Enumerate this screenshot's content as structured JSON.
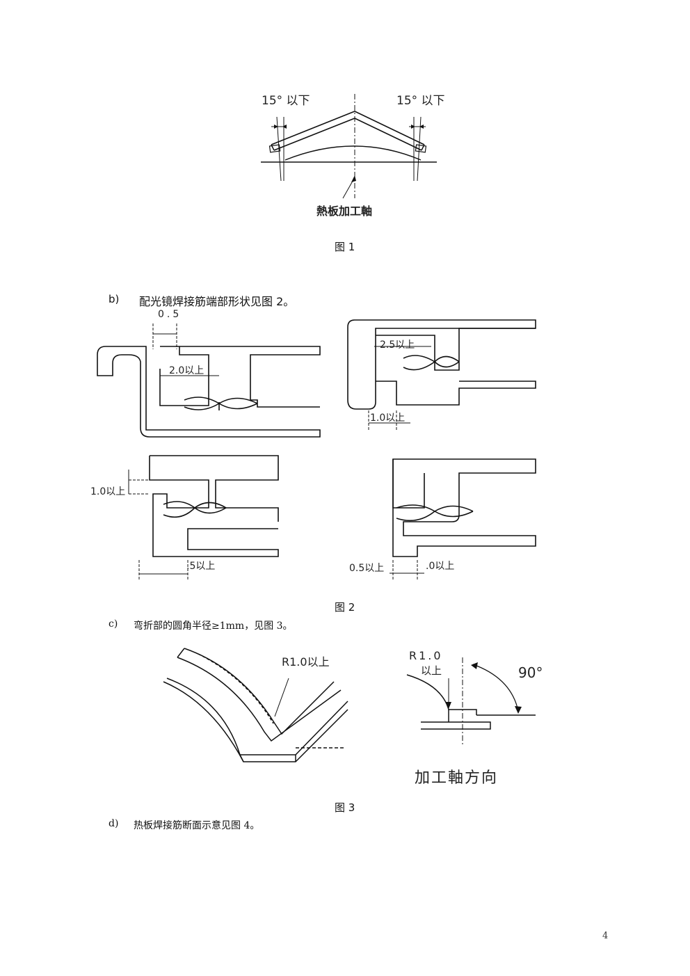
{
  "figure1": {
    "angle_left": "15° 以下",
    "angle_right": "15° 以下",
    "axis_label": "熱板加工軸",
    "caption": "图 1"
  },
  "para_b": {
    "marker": "b)",
    "text": "配光镜焊接筋端部形状见图 2。"
  },
  "figure2": {
    "tl_gap": "0.5",
    "tl_width": "2.0以上",
    "tr_width": "2.5以上",
    "tr_offset": "1.0以上",
    "bl_height": "1.0以上",
    "bl_offset": ".5以上",
    "br_left": "0.5以上",
    "br_right": ".0以上",
    "caption": "图 2"
  },
  "para_c": {
    "marker": "c)",
    "text": "弯折部的圆角半径≥1mm，见图 3。"
  },
  "figure3": {
    "left_radius": "R1.0以上",
    "right_radius": "R1.0",
    "right_radius_sub": "以上",
    "angle": "90°",
    "direction_label": "加工軸方向",
    "caption": "图 3"
  },
  "para_d": {
    "marker": "d)",
    "text": "热板焊接筋断面示意见图 4。"
  },
  "page_number": "4"
}
